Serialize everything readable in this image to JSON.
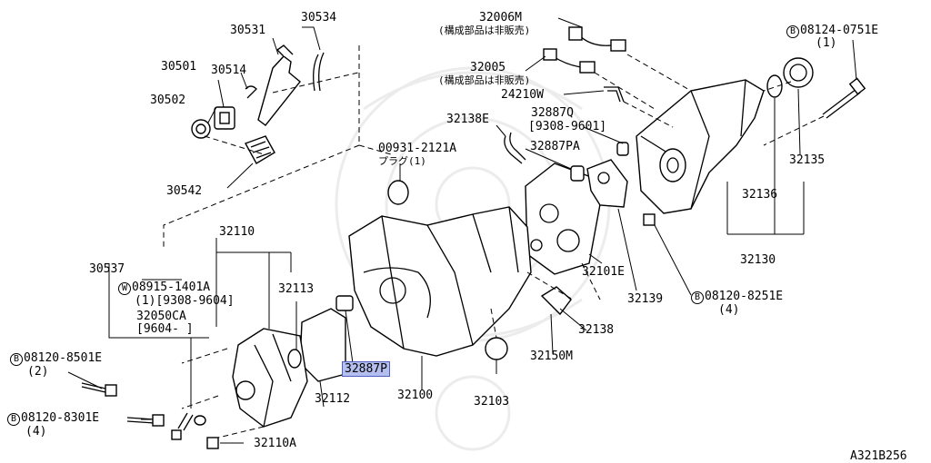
{
  "diagram": {
    "reference_code": "A321B256",
    "parts": {
      "p30534": "30534",
      "p30531": "30531",
      "p30501": "30501",
      "p30514": "30514",
      "p30502": "30502",
      "p30542": "30542",
      "p32006m": "32006M",
      "p32006m_note": "(構成部品は非販売)",
      "p32005": "32005",
      "p32005_note": "(構成部品は非販売)",
      "p24210w": "24210W",
      "p08124": "08124-0751E",
      "p08124_qty": "(1)",
      "p32138e": "32138E",
      "p32887q": "32887Q",
      "p32887q_range": "[9308-9601]",
      "p32887pa": "32887PA",
      "p00931": "00931-2121A",
      "p00931_note": "プラグ(1)",
      "p32135": "32135",
      "p32136": "32136",
      "p32130": "32130",
      "p32110": "32110",
      "p30537": "30537",
      "p08915": "08915-1401A",
      "p08915_range": "(1)[9308-9604]",
      "p32050ca": "32050CA",
      "p32050ca_range": "[9604-     ]",
      "p32113": "32113",
      "p32101e": "32101E",
      "p32139": "32139",
      "p08120_8251": "08120-8251E",
      "p08120_8251_qty": "(4)",
      "p32138": "32138",
      "p32150m": "32150M",
      "p08120_8501": "08120-8501E",
      "p08120_8501_qty": "(2)",
      "p32887p": "32887P",
      "p32112": "32112",
      "p32100": "32100",
      "p32103": "32103",
      "p08120_8301": "08120-8301E",
      "p08120_8301_qty": "(4)",
      "p32110a": "32110A"
    },
    "markers": {
      "bolt_b": "B",
      "washer_w": "W"
    },
    "highlight_color": "#b4bff0"
  }
}
